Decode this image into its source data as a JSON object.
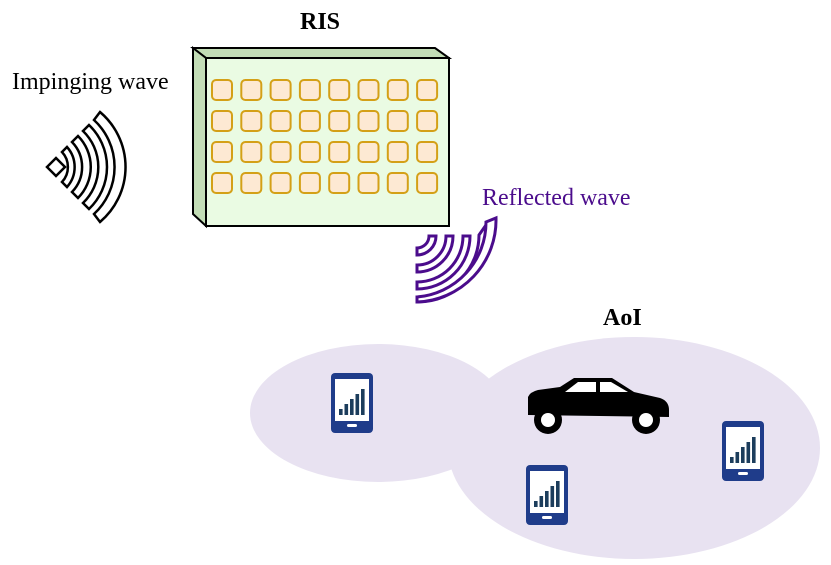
{
  "labels": {
    "ris": "RIS",
    "impinging": "Impinging wave",
    "reflected": "Reflected wave",
    "aoi": "AoI"
  },
  "colors": {
    "panel_face": "#eafbe3",
    "panel_side": "#c3ddb6",
    "element_fill": "#fde9d3",
    "element_stroke": "#d4a017",
    "reflected_wave": "#4b0c8c",
    "impinging_wave": "#000000",
    "aoi_region": "#e8e2f1",
    "phone_body": "#1f3c8a",
    "phone_bars": "#1c3d5c",
    "car": "#000000"
  },
  "icons": {
    "ris_panel": "reflecting-surface-panel",
    "impinging": "wifi-signal-icon",
    "reflected": "wifi-signal-icon",
    "phones": [
      "smartphone-signal-icon",
      "smartphone-signal-icon",
      "smartphone-signal-icon"
    ],
    "car": "car-icon"
  },
  "ris_grid": {
    "rows": 4,
    "cols": 8
  }
}
